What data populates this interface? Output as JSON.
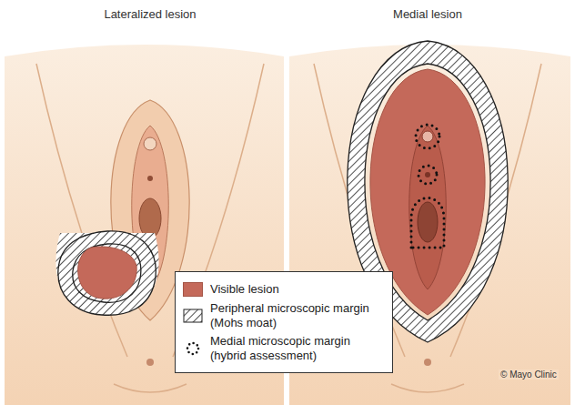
{
  "diagram": {
    "labels": [
      "Lateralized lesion",
      "Medial lesion",
      "© Mayo Clinic"
    ],
    "legend": [
      {
        "text": "Visible lesion",
        "color": "#c4695a"
      },
      {
        "text": "Peripheral microscopic margin (Mohs moat)"
      },
      {
        "text": "Medial microscopic margin (hybrid assessment)"
      }
    ]
  }
}
